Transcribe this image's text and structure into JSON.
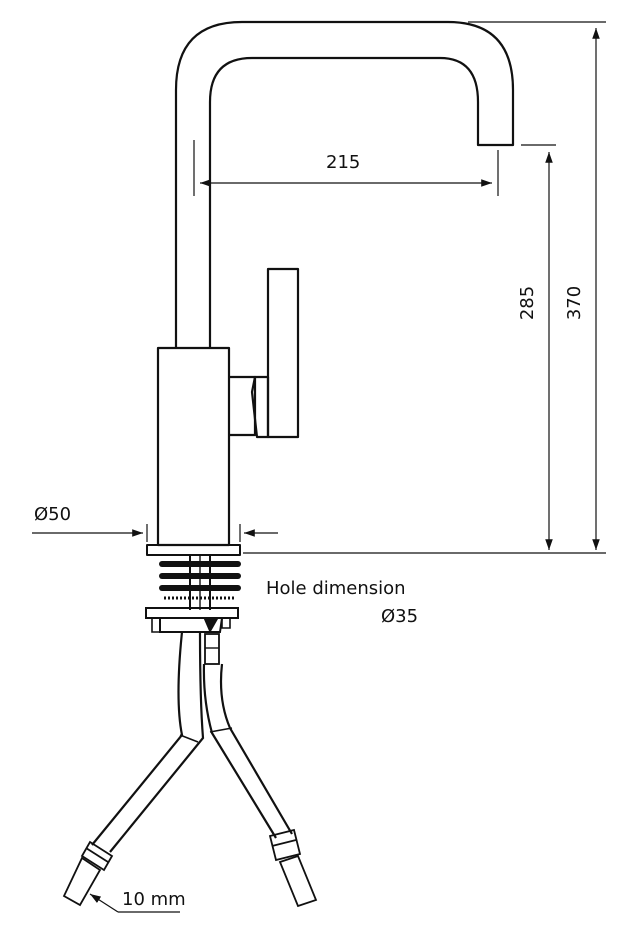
{
  "dimensions": {
    "spout_reach": "215",
    "spout_height": "285",
    "total_height": "370",
    "base_diameter": "Ø50",
    "hole_label": "Hole dimension",
    "hole_diameter": "Ø35",
    "hose_connection": "10 mm"
  },
  "colors": {
    "line": "#111111",
    "background": "#ffffff"
  }
}
